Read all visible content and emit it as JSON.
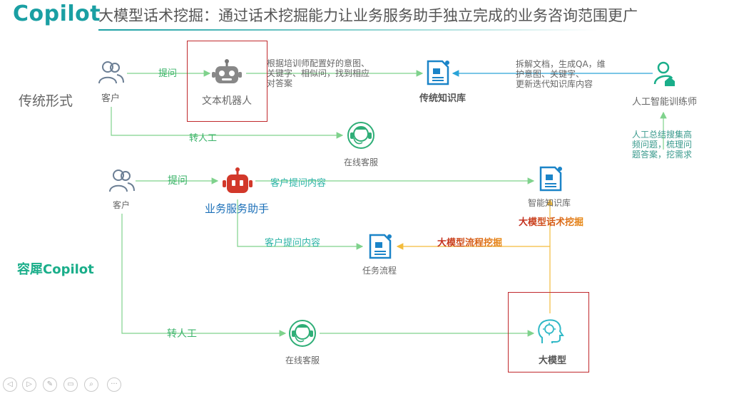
{
  "header": {
    "logo": "Copilot",
    "title": "大模型话术挖掘：通过话术挖掘能力让业务服务助手独立完成的业务咨询范围更广"
  },
  "sections": {
    "traditional": "传统形式",
    "copilot": "容犀Copilot"
  },
  "traditional": {
    "customer": "客户",
    "ask": "提问",
    "robot": "文本机器人",
    "robot_note": "根据培训师配置好的意图、\n关键字、相似问，找到相应\n对答案",
    "kb": "传统知识库",
    "trainer": "人工智能训练师",
    "trainer_note": "拆解文档，生成QA，维\n护意图、关键字、\n更新迭代知识库内容",
    "trainer_note2": "人工总结搜集高\n频问题，梳理问\n题答案，挖需求",
    "transfer": "转人工",
    "agent": "在线客服"
  },
  "copilot": {
    "customer": "客户",
    "ask": "提问",
    "assistant": "业务服务助手",
    "content_top": "客户提问内容",
    "smart_kb": "智能知识库",
    "content_mid": "客户提问内容",
    "task_flow": "任务流程",
    "llm_script": "大模型话术挖掘",
    "llm_flow": "大模型流程挖掘",
    "transfer": "转人工",
    "agent": "在线客服",
    "llm": "大模型"
  },
  "nav": [
    "◁",
    "▷",
    "✎",
    "▭",
    "⌕",
    "···"
  ],
  "colors": {
    "brand": "#1a9fa3",
    "green_line": "#7fd28c",
    "blue_line": "#2aa4d8",
    "orange_line": "#f3bc3c",
    "red_box": "#c0282c"
  }
}
